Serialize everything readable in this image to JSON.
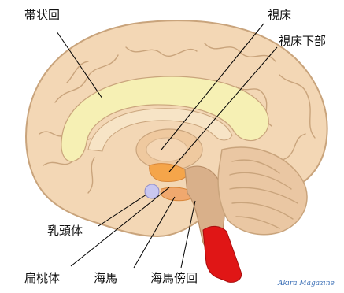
{
  "labels": {
    "cingulate_gyrus": "帯状回",
    "thalamus": "視床",
    "hypothalamus": "視床下部",
    "mammillary_body": "乳頭体",
    "amygdala": "扁桃体",
    "hippocampus": "海馬",
    "parahippocampal_gyrus": "海馬傍回"
  },
  "credit": "Akira Magazine",
  "colors": {
    "cortex": "#f3d7b5",
    "cortex_outline": "#c9a47c",
    "cingulate": "#f6f0b4",
    "thalamus": "#efc99f",
    "hypothalamus": "#f5a54a",
    "mammillary": "#c9c7f0",
    "hippocampus": "#f0a86e",
    "cerebellum": "#eac7a3",
    "brainstem": "#d9b08a",
    "spinal_cord": "#e01616"
  }
}
